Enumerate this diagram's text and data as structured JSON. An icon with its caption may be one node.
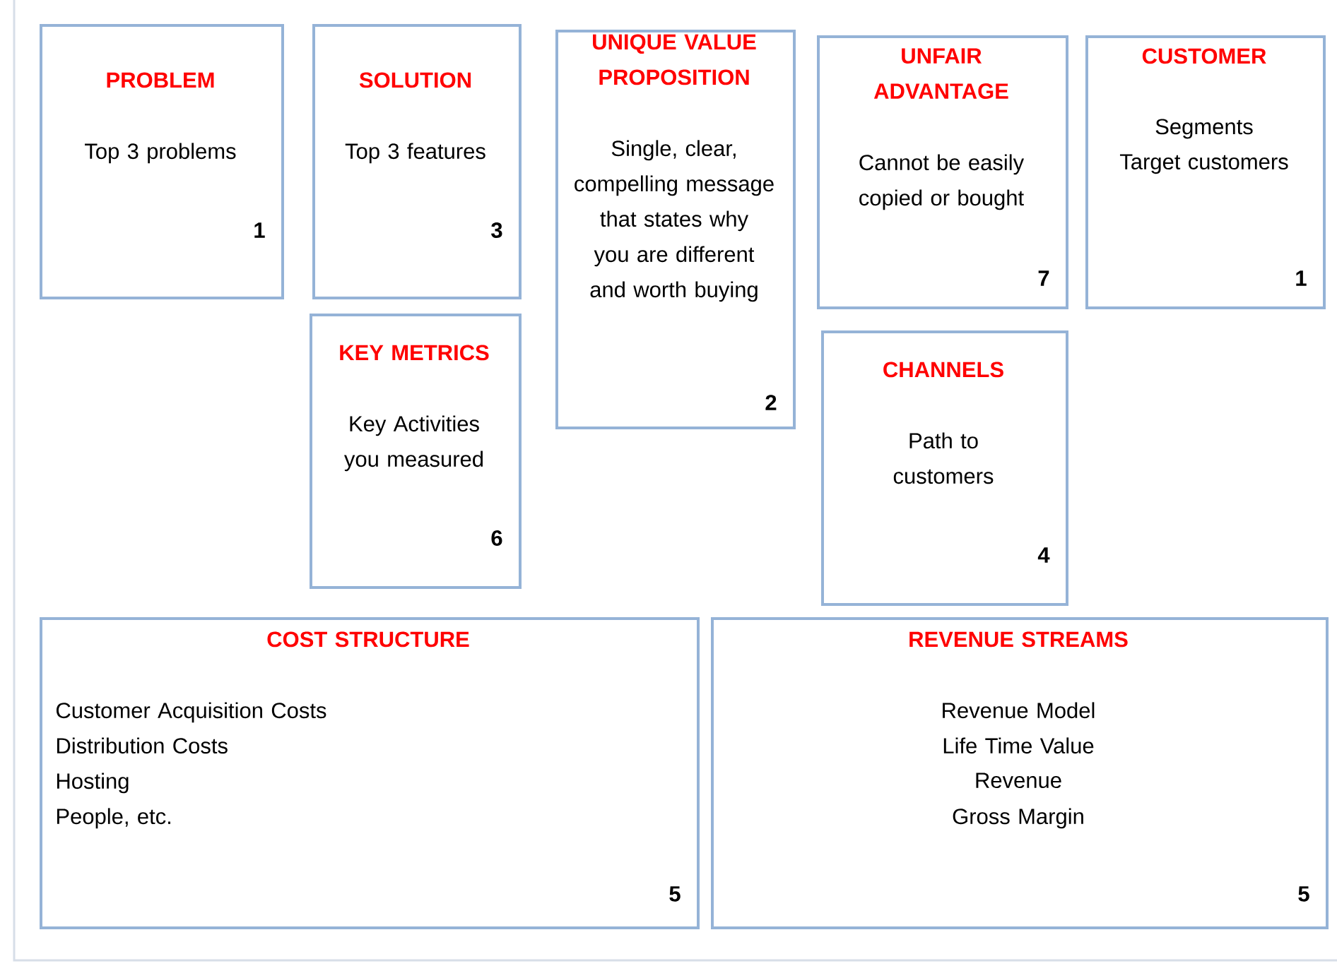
{
  "diagram": {
    "nodes": [
      {
        "text": [
          "PROBLEM",
          "Top 3 problems",
          "1"
        ]
      },
      {
        "text": [
          "SOLUTION",
          "Top 3 features",
          "3"
        ]
      },
      {
        "text": [
          "UNIQUE VALUE PROPOSITION",
          "Single, clear, compelling message that states why you are different and worth buying",
          "2"
        ]
      },
      {
        "text": [
          "UNFAIR ADVANTAGE",
          "Cannot be easily copied or bought",
          "7"
        ]
      },
      {
        "text": [
          "CUSTOMER",
          "Segments",
          "Target customers",
          "1"
        ]
      },
      {
        "text": [
          "KEY METRICS",
          "Key Activities you measured",
          "6"
        ]
      },
      {
        "text": [
          "CHANNELS",
          "Path to customers",
          "4"
        ]
      },
      {
        "text": [
          "COST STRUCTURE",
          "Customer Acquisition Costs",
          "Distribution Costs",
          "Hosting",
          "People, etc.",
          "5"
        ]
      },
      {
        "text": [
          "REVENUE STREAMS",
          "Revenue Model",
          "Life Time Value",
          "Revenue",
          "Gross Margin",
          "5"
        ]
      }
    ]
  }
}
